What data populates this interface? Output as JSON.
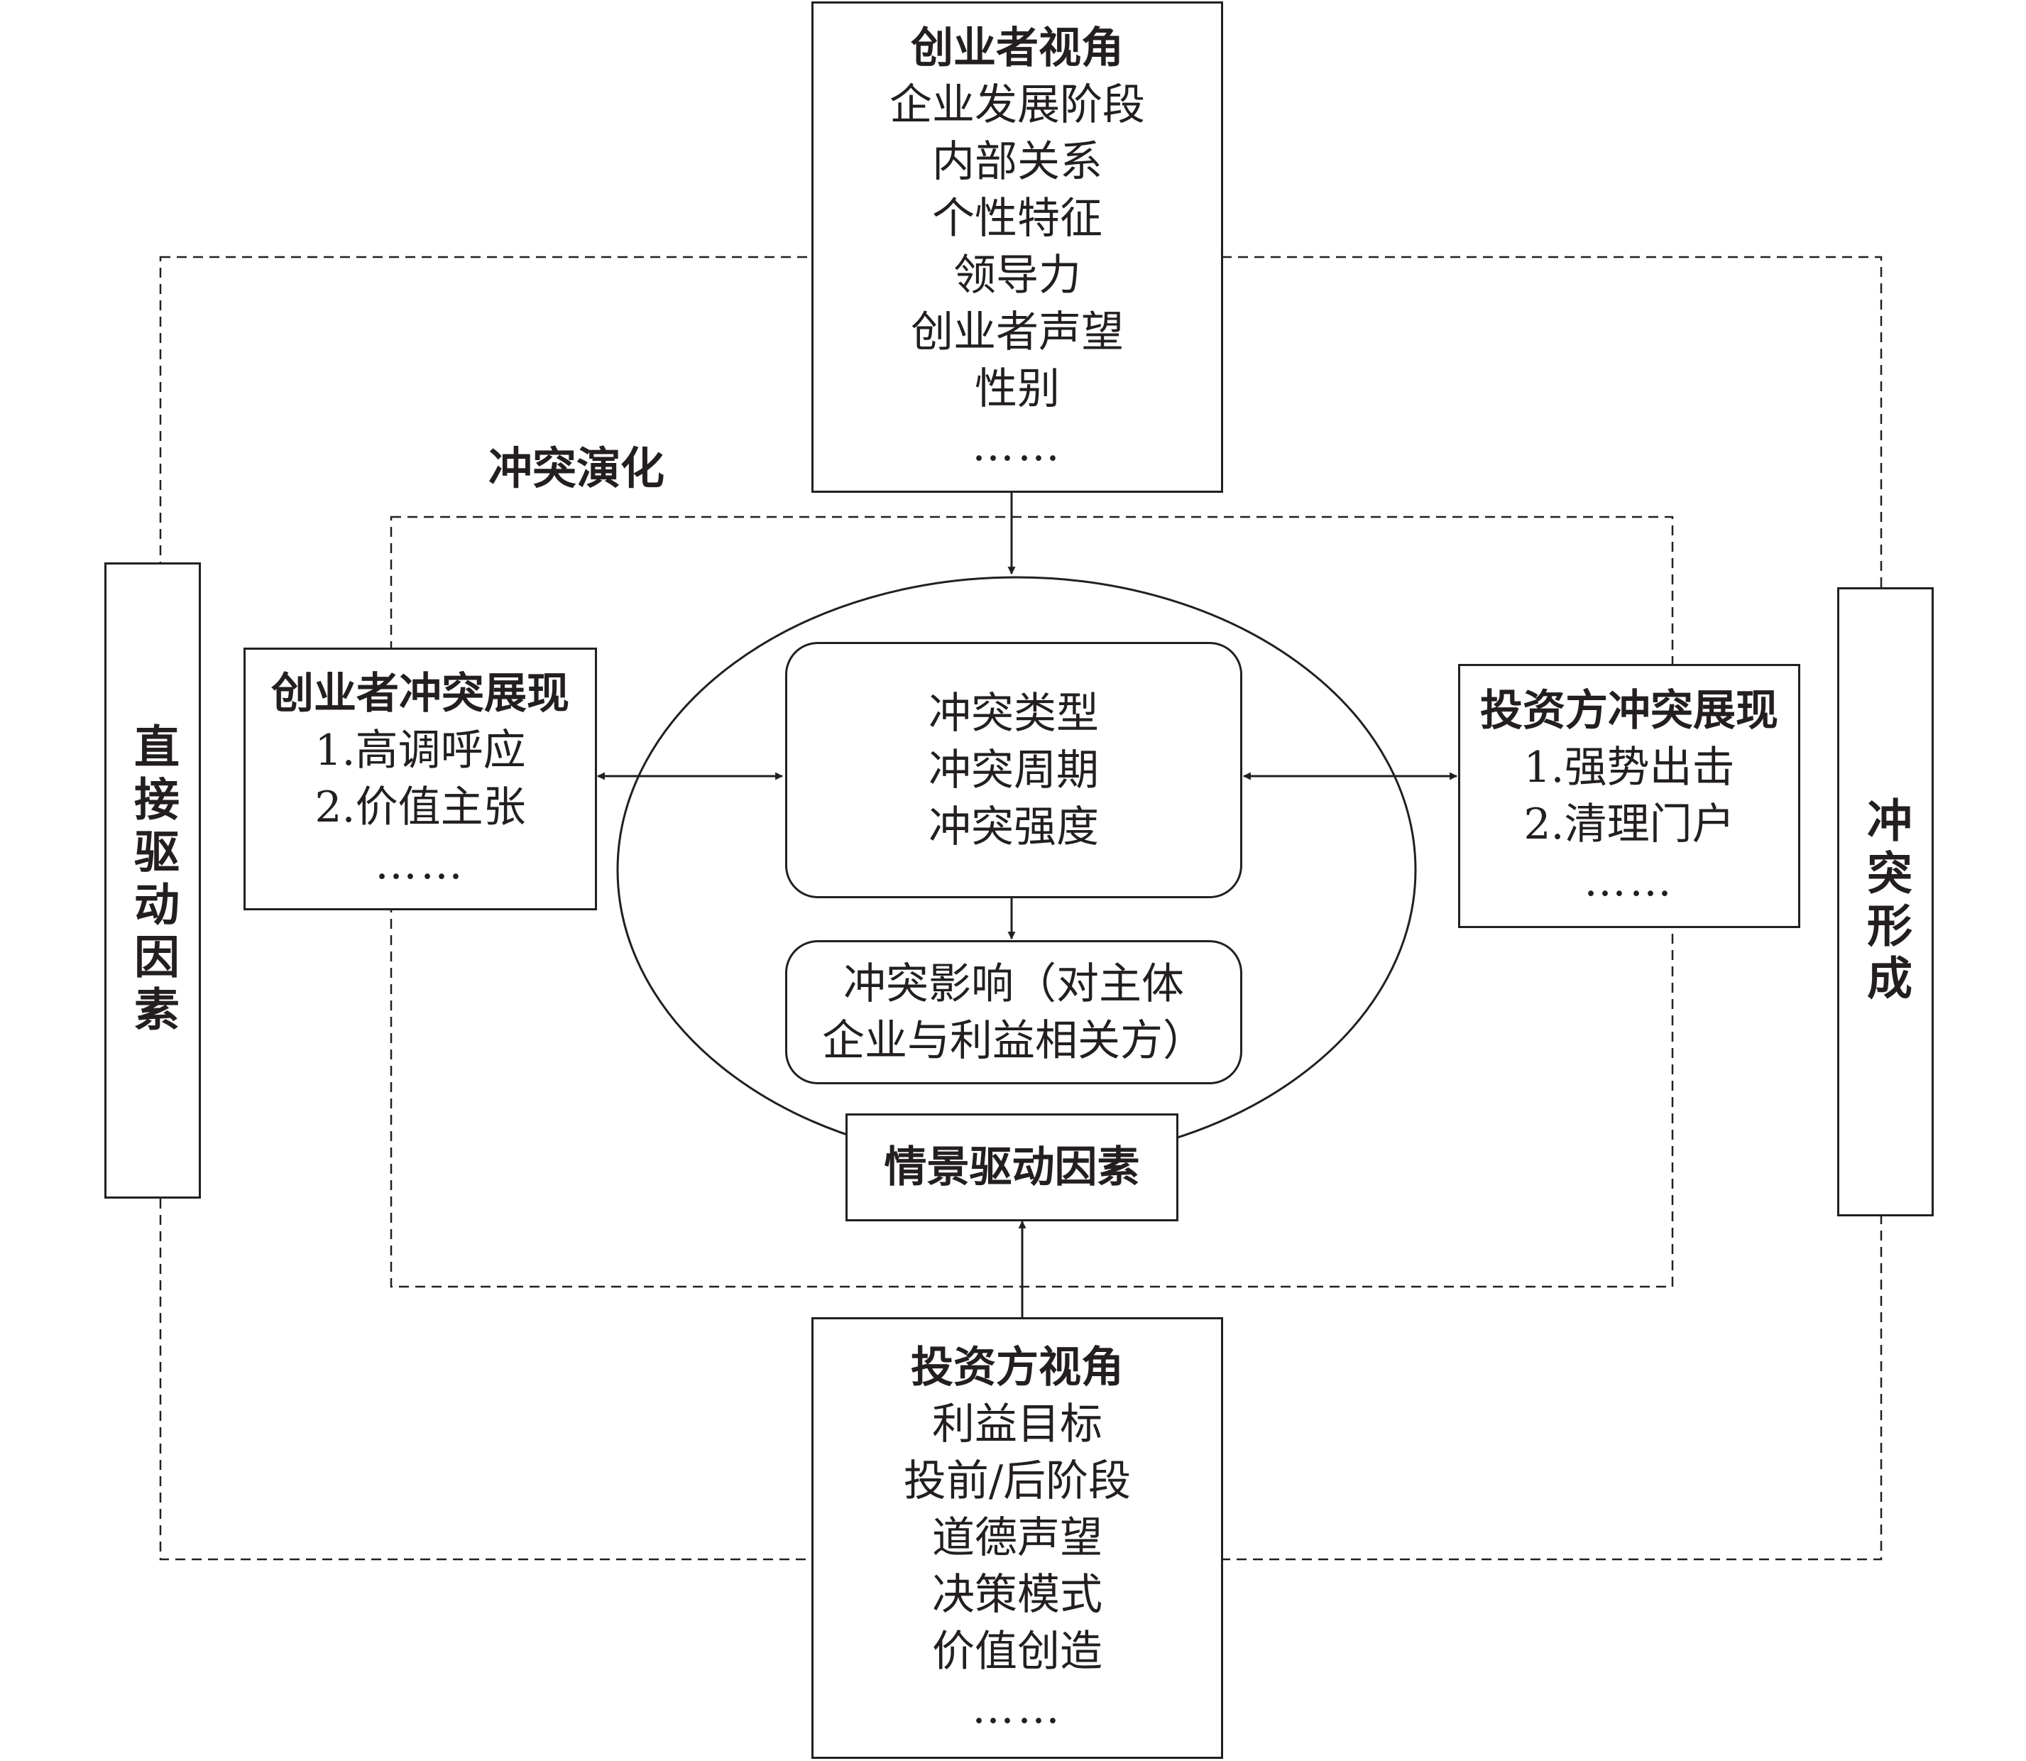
{
  "founder_perspective": {
    "title": "创业者视角",
    "items": [
      "企业发展阶段",
      "内部关系",
      "个性特征",
      "领导力",
      "创业者声望",
      "性别",
      "……"
    ]
  },
  "investor_perspective": {
    "title": "投资方视角",
    "items": [
      "利益目标",
      "投前/后阶段",
      "道德声望",
      "决策模式",
      "价值创造",
      "……"
    ]
  },
  "direct_drivers": "直接驱动因素",
  "conflict_formation": "冲突形成",
  "conflict_evolution": "冲突演化",
  "founder_conflict": {
    "title": "创业者冲突展现",
    "items": [
      "1.高调呼应",
      "2.价值主张",
      "……"
    ]
  },
  "investor_conflict": {
    "title": "投资方冲突展现",
    "items": [
      "1.强势出击",
      "2.清理门户",
      "……"
    ]
  },
  "conflict_core": [
    "冲突类型",
    "冲突周期",
    "冲突强度"
  ],
  "conflict_impact": [
    "冲突影响（对主体",
    "企业与利益相关方）"
  ],
  "situational_drivers": "情景驱动因素"
}
